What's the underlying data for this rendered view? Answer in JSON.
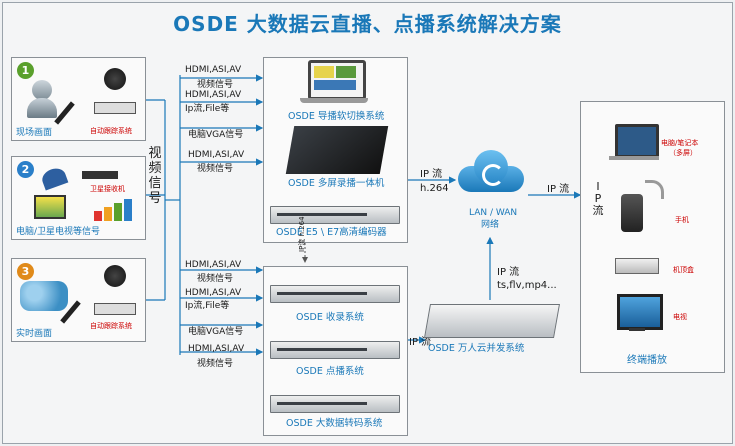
{
  "title": "OSDE 大数据云直播、点播系统解决方案",
  "sources": [
    {
      "num": "1",
      "caption": "现场画面",
      "sub": "自动跟踪系统"
    },
    {
      "num": "2",
      "caption": "电脑/卫星电视等信号",
      "sub": "卫星接收机"
    },
    {
      "num": "3",
      "caption": "实时画面",
      "sub": "自动跟踪系统"
    }
  ],
  "video_signal": "视频信号",
  "input_labels_top": [
    "HDMI,ASI,AV",
    "视频信号",
    "HDMI,ASI,AV",
    "Ip流,File等",
    "电脑VGA信号",
    "HDMI,ASI,AV",
    "视频信号"
  ],
  "input_labels_bottom": [
    "HDMI,ASI,AV",
    "视频信号",
    "HDMI,ASI,AV",
    "Ip流,File等",
    "电脑VGA信号",
    "HDMI,ASI,AV",
    "视频信号"
  ],
  "top_group": {
    "switch": "OSDE 导播软切换系统",
    "record": "OSDE 多屏录播一体机",
    "encoder": "OSDE E5 \\ E7高清编码器"
  },
  "between_label": "IP流 h.264",
  "bottom_group": {
    "ingest": "OSDE 收录系统",
    "vod": "OSDE 点播系统",
    "transcode": "OSDE 大数据转码系统"
  },
  "cloud": {
    "label": "LAN / WAN",
    "sub": "网络"
  },
  "ip_h264": [
    "IP 流",
    "h.264"
  ],
  "ip_stream": "IP 流",
  "ip_formats": [
    "IP 流",
    "ts,flv,mp4..."
  ],
  "ip_bottom": "IP 流",
  "distribution": "OSDE 万人云并发系统",
  "terminals": {
    "items": [
      "电脑/笔记本",
      "（多屏）",
      "手机",
      "机顶盒",
      "电视"
    ],
    "vertical": "IP流",
    "caption": "终端播放"
  },
  "colors": {
    "accent": "#1a78b8",
    "green": "#5aa02c",
    "blue": "#2a7fc9",
    "orange": "#e08a1a"
  }
}
